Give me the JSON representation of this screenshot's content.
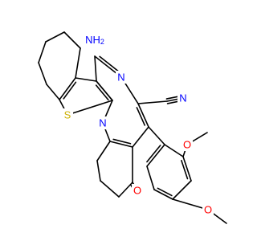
{
  "colors": {
    "bond": "#000000",
    "carbon": "#000000",
    "nitrogen": "#0000ff",
    "oxygen": "#ff0000",
    "sulfur": "#ccb000"
  },
  "atom_labels": {
    "nh2": "NH2",
    "n_imine": "N",
    "n_ring": "N",
    "s_thiophene": "S",
    "n_nitrile": "N",
    "o_ketone": "O",
    "o_methoxy_ortho": "O",
    "o_methoxy_para": "O"
  }
}
